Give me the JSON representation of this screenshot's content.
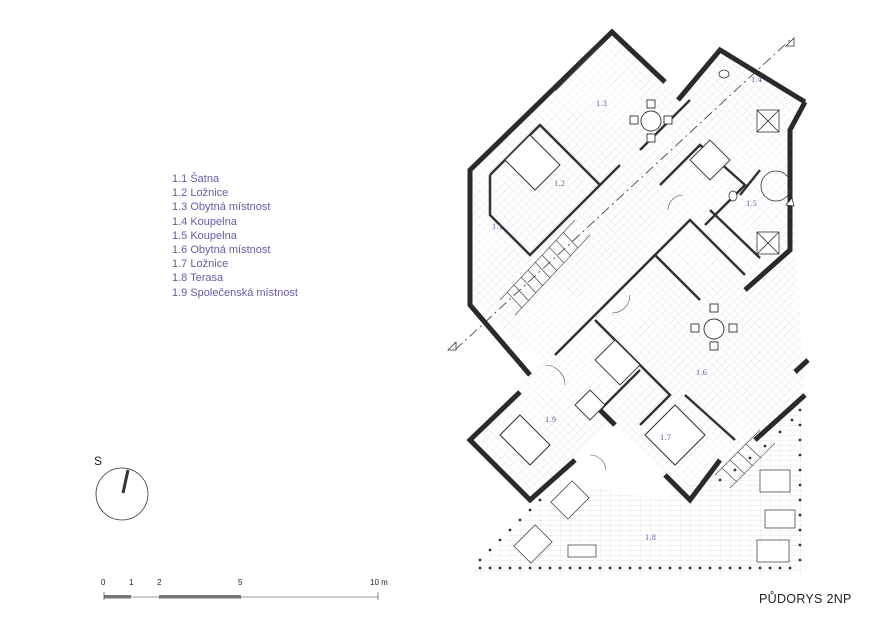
{
  "legend": [
    "1.1 Šatna",
    "1.2 Ložnice",
    "1.3 Obytná místnost",
    "1.4 Koupelna",
    "1.5 Koupelna",
    "1.6 Obytná místnost",
    "1.7 Ložnice",
    "1.8 Terasa",
    "1.9 Společenská místnost"
  ],
  "room_tags": [
    "1.1",
    "1.2",
    "1.3",
    "1.4",
    "1.5",
    "1.6",
    "1.7",
    "1.8",
    "1.9"
  ],
  "north_label": "S",
  "scale": {
    "labels": [
      "0",
      "1",
      "2",
      "5",
      "10 m"
    ]
  },
  "title": "PŮDORYS 2NP",
  "colors": {
    "legend_text": "#6a5aa6",
    "wall": "#2a2a2a",
    "line": "#333333",
    "tile": "#d8d8d8"
  }
}
